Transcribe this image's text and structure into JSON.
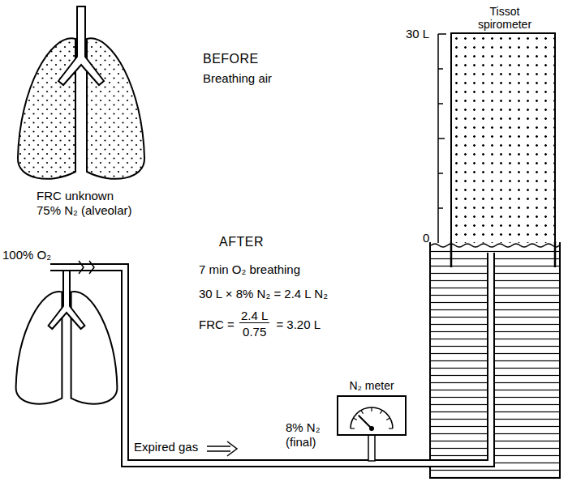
{
  "diagram": {
    "nodes": [
      {
        "text": [
          "Tissot spirometer"
        ]
      },
      {
        "text": [
          "N₂ meter"
        ]
      }
    ],
    "labels": [
      "BEFORE",
      "Breathing air",
      "FRC unknown",
      "75% N₂ (alveolar)",
      "100% O₂",
      "AFTER",
      "7 min O₂ breathing",
      "30 L × 8% N₂ = 2.4 L N₂",
      "FRC =",
      "2.4 L",
      "0.75",
      "= 3.20 L",
      "8% N₂",
      "(final)",
      "Expired gas",
      "30 L",
      "0"
    ]
  }
}
